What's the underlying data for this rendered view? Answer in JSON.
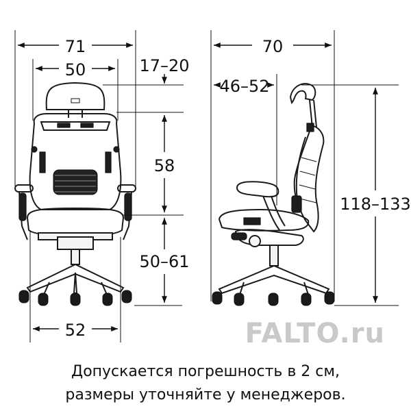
{
  "dimensions": {
    "front_total_width": "71",
    "front_back_width": "50",
    "headrest_range": "17–20",
    "back_height": "58",
    "seat_height_range": "50–61",
    "base_width": "52",
    "side_total_depth": "70",
    "seat_depth_range": "46–52",
    "total_height_range": "118–133"
  },
  "brand": {
    "logo": "FALTO.ru"
  },
  "note": {
    "line1": "Допускается погрешность в 2 см,",
    "line2": "размеры уточняйте у менеджеров."
  },
  "icons": [
    "front-chair-icon",
    "side-chair-icon"
  ]
}
